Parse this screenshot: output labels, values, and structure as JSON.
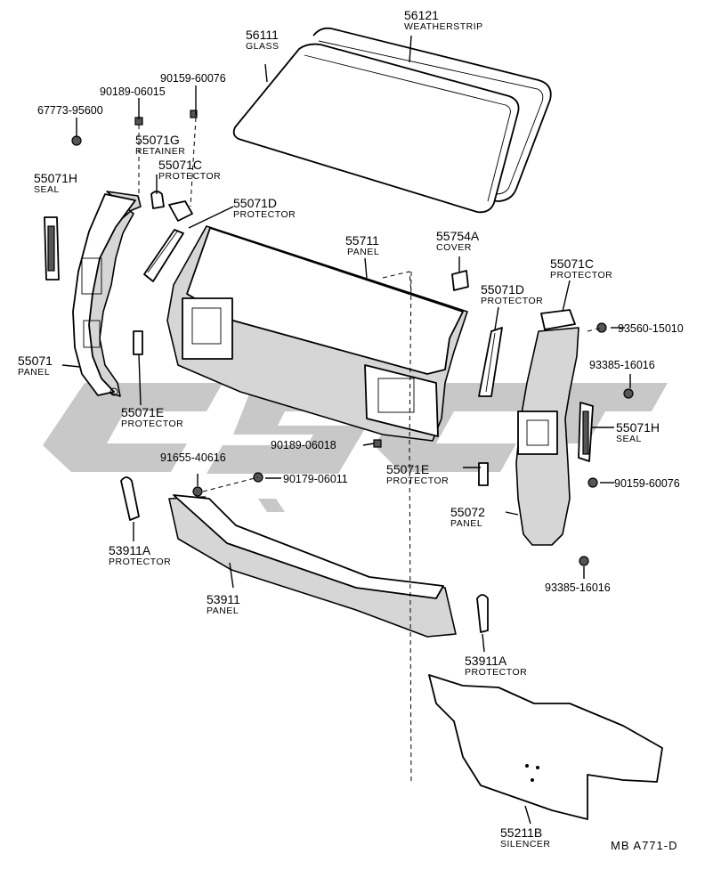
{
  "figure_code": "MB  A771-D",
  "parts": [
    {
      "id": "p56121",
      "number": "56121",
      "name": "WEATHERSTRIP"
    },
    {
      "id": "p56111",
      "number": "56111",
      "name": "GLASS"
    },
    {
      "id": "p55071G",
      "number": "55071G",
      "name": "RETAINER"
    },
    {
      "id": "p55071C_l",
      "number": "55071C",
      "name": "PROTECTOR"
    },
    {
      "id": "p55071H_l",
      "number": "55071H",
      "name": "SEAL"
    },
    {
      "id": "p55071D_l",
      "number": "55071D",
      "name": "PROTECTOR"
    },
    {
      "id": "p55711",
      "number": "55711",
      "name": "PANEL"
    },
    {
      "id": "p55754A",
      "number": "55754A",
      "name": "COVER"
    },
    {
      "id": "p55071C_r",
      "number": "55071C",
      "name": "PROTECTOR"
    },
    {
      "id": "p55071D_r",
      "number": "55071D",
      "name": "PROTECTOR"
    },
    {
      "id": "p55071",
      "number": "55071",
      "name": "PANEL"
    },
    {
      "id": "p55071E_l",
      "number": "55071E",
      "name": "PROTECTOR"
    },
    {
      "id": "p55071H_r",
      "number": "55071H",
      "name": "SEAL"
    },
    {
      "id": "p55071E_r",
      "number": "55071E",
      "name": "PROTECTOR"
    },
    {
      "id": "p55072",
      "number": "55072",
      "name": "PANEL"
    },
    {
      "id": "p53911A_l",
      "number": "53911A",
      "name": "PROTECTOR"
    },
    {
      "id": "p53911",
      "number": "53911",
      "name": "PANEL"
    },
    {
      "id": "p53911A_r",
      "number": "53911A",
      "name": "PROTECTOR"
    },
    {
      "id": "p55211B",
      "number": "55211B",
      "name": "SILENCER"
    }
  ],
  "fasteners": [
    {
      "id": "f90159a",
      "number": "90159-60076"
    },
    {
      "id": "f90189a",
      "number": "90189-06015"
    },
    {
      "id": "f67773",
      "number": "67773-95600"
    },
    {
      "id": "f93560",
      "number": "93560-15010"
    },
    {
      "id": "f93385a",
      "number": "93385-16016"
    },
    {
      "id": "f90189b",
      "number": "90189-06018"
    },
    {
      "id": "f91655",
      "number": "91655-40616"
    },
    {
      "id": "f90179",
      "number": "90179-06011"
    },
    {
      "id": "f90159b",
      "number": "90159-60076"
    },
    {
      "id": "f93385b",
      "number": "93385-16016"
    }
  ]
}
